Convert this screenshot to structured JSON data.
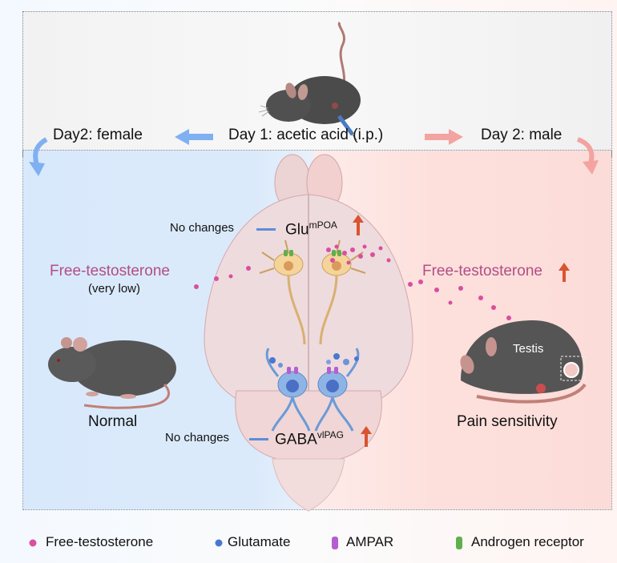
{
  "header": {
    "day1_label": "Day 1: acetic acid (i.p.)",
    "day2_female_label": "Day2: female",
    "day2_male_label": "Day 2: male"
  },
  "female_panel": {
    "testosterone_label": "Free-testosterone",
    "testosterone_note": "(very low)",
    "outcome_label": "Normal",
    "glu_change": "No changes",
    "gaba_change": "No changes",
    "tint_color": "#d8e9fb"
  },
  "male_panel": {
    "testosterone_label": "Free-testosterone",
    "testis_label": "Testis",
    "outcome_label": "Pain sensitivity",
    "tint_color": "#fde0dc",
    "arrow_color": "#d9542f"
  },
  "brain": {
    "glu_label": "Glu",
    "glu_region": "mPOA",
    "gaba_label": "GABA",
    "gaba_region": "vlPAG"
  },
  "legend": {
    "items": [
      {
        "label": "Free-testosterone",
        "icon": "pink-sphere",
        "color": "#d94fa0"
      },
      {
        "label": "Glutamate",
        "icon": "blue-sphere",
        "color": "#4a78d0"
      },
      {
        "label": "AMPAR",
        "icon": "purple-receptor",
        "color": "#b45fd0"
      },
      {
        "label": "Androgen receptor",
        "icon": "green-receptor",
        "color": "#5fb04a"
      }
    ]
  }
}
